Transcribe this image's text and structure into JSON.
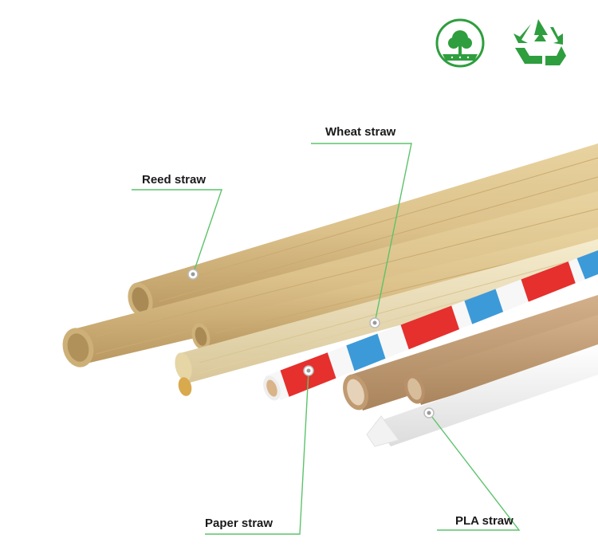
{
  "labels": {
    "reed": "Reed straw",
    "wheat": "Wheat straw",
    "paper": "Paper straw",
    "pla": "PLA straw"
  },
  "icons": {
    "eco": "plant-soil-eco-icon",
    "recycle": "recycle-icon"
  },
  "colors": {
    "accent_green": "#2e9e3e",
    "leader_line": "#5cc36a",
    "reed": "#d9bc85",
    "wheat": "#ede1b8",
    "paper_red": "#e5302d",
    "paper_blue": "#3d9ad8",
    "kraft": "#c5a07a",
    "pla": "#f4f4f4"
  }
}
